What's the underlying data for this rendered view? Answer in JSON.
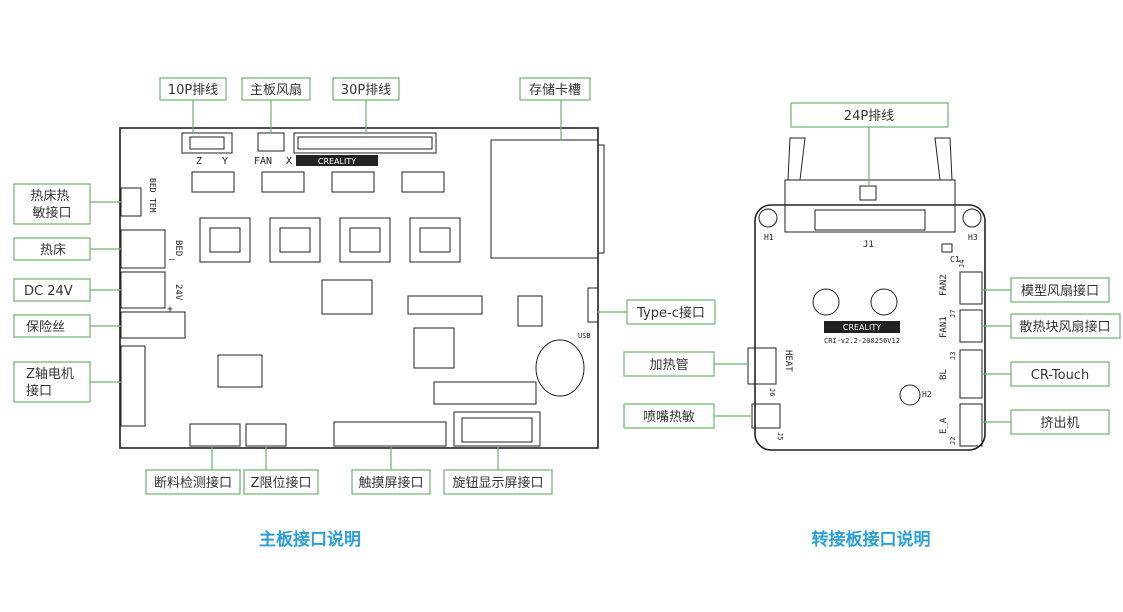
{
  "main_board": {
    "caption": "主板接口说明",
    "labels": {
      "p10": "10P排线",
      "fan": "主板风扇",
      "p30": "30P排线",
      "sd": "存储卡槽",
      "bed_therm": "热床热\n敏接口",
      "bed": "热床",
      "dc": "DC 24V",
      "fuse": "保险丝",
      "zmotor": "Z轴电机\n接口",
      "typec": "Type-c接口",
      "filament": "断料检测接口",
      "zlimit": "Z限位接口",
      "touch": "触摸屏接口",
      "knob": "旋钮显示屏接口"
    },
    "silk": {
      "z": "Z",
      "y": "Y",
      "fan": "FAN",
      "x": "X",
      "logo": "CREALITY",
      "bed": "BED",
      "tem": "TEM",
      "v24": "24V",
      "usb": "USB",
      "minus": "—",
      "plus": "+"
    }
  },
  "adapter_board": {
    "caption": "转接板接口说明",
    "labels": {
      "p24": "24P排线",
      "heat_tube": "加热管",
      "nozzle_therm": "喷嘴热敏",
      "model_fan": "模型风扇接口",
      "heatsink_fan": "散热块风扇接口",
      "crtouch": "CR-Touch",
      "extruder": "挤出机"
    },
    "silk": {
      "h1": "H1",
      "h2": "H2",
      "h3": "H3",
      "j1": "J1",
      "j2": "J2",
      "j3": "J3",
      "j4": "J4",
      "j5": "J5",
      "j6": "J6",
      "j7": "J7",
      "c1": "C1",
      "fan2": "FAN2",
      "fan1": "FAN1",
      "bl": "BL",
      "ea": "E_A",
      "heat": "HEAT",
      "logo": "CREALITY",
      "version": "CRI-v2.2-200256V12"
    }
  },
  "colors": {
    "label_border": "#6fb26f",
    "caption": "#2b9fd6",
    "outline": "#222222"
  }
}
